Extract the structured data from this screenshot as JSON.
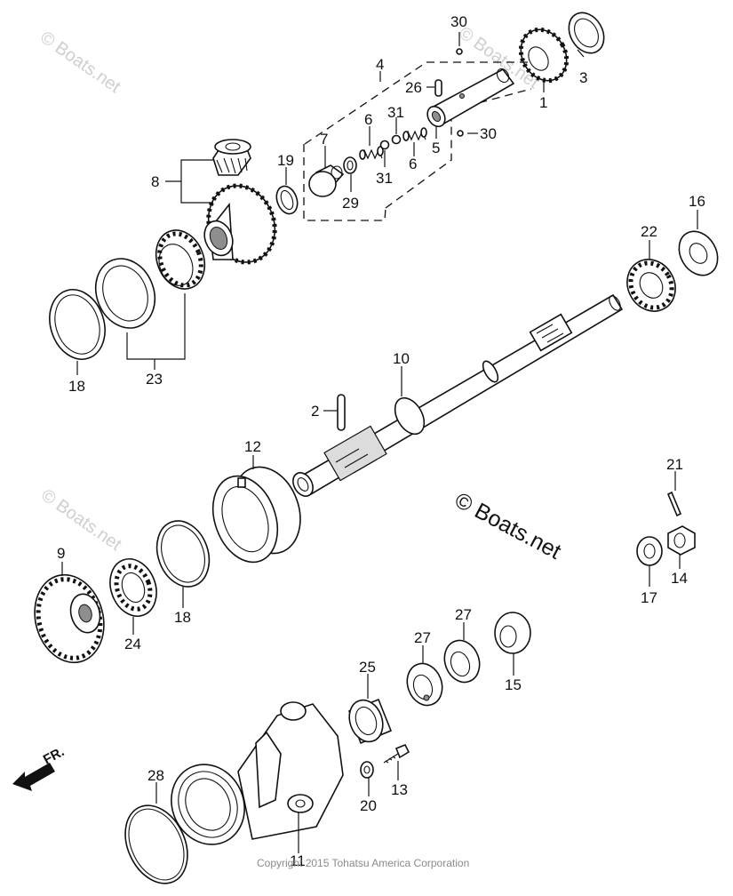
{
  "watermarks": {
    "top_left": "© Boats.net",
    "top_right": "© Boats.net",
    "mid_left": "© Boats.net",
    "center": "© Boats.net"
  },
  "copyright": "Copyright 2015 Tohatsu America Corporation",
  "direction_label": "FR.",
  "callouts": {
    "p1": "1",
    "p2": "2",
    "p3": "3",
    "p4": "4",
    "p5": "5",
    "p6a": "6",
    "p6b": "6",
    "p7": "7",
    "p8": "8",
    "p9": "9",
    "p10": "10",
    "p11": "11",
    "p12": "12",
    "p13": "13",
    "p14": "14",
    "p15": "15",
    "p16": "16",
    "p17": "17",
    "p18a": "18",
    "p18b": "18",
    "p19": "19",
    "p20": "20",
    "p21": "21",
    "p22": "22",
    "p23": "23",
    "p24": "24",
    "p25": "25",
    "p26": "26",
    "p27a": "27",
    "p27b": "27",
    "p28": "28",
    "p29": "29",
    "p30a": "30",
    "p30b": "30",
    "p31a": "31",
    "p31b": "31"
  }
}
